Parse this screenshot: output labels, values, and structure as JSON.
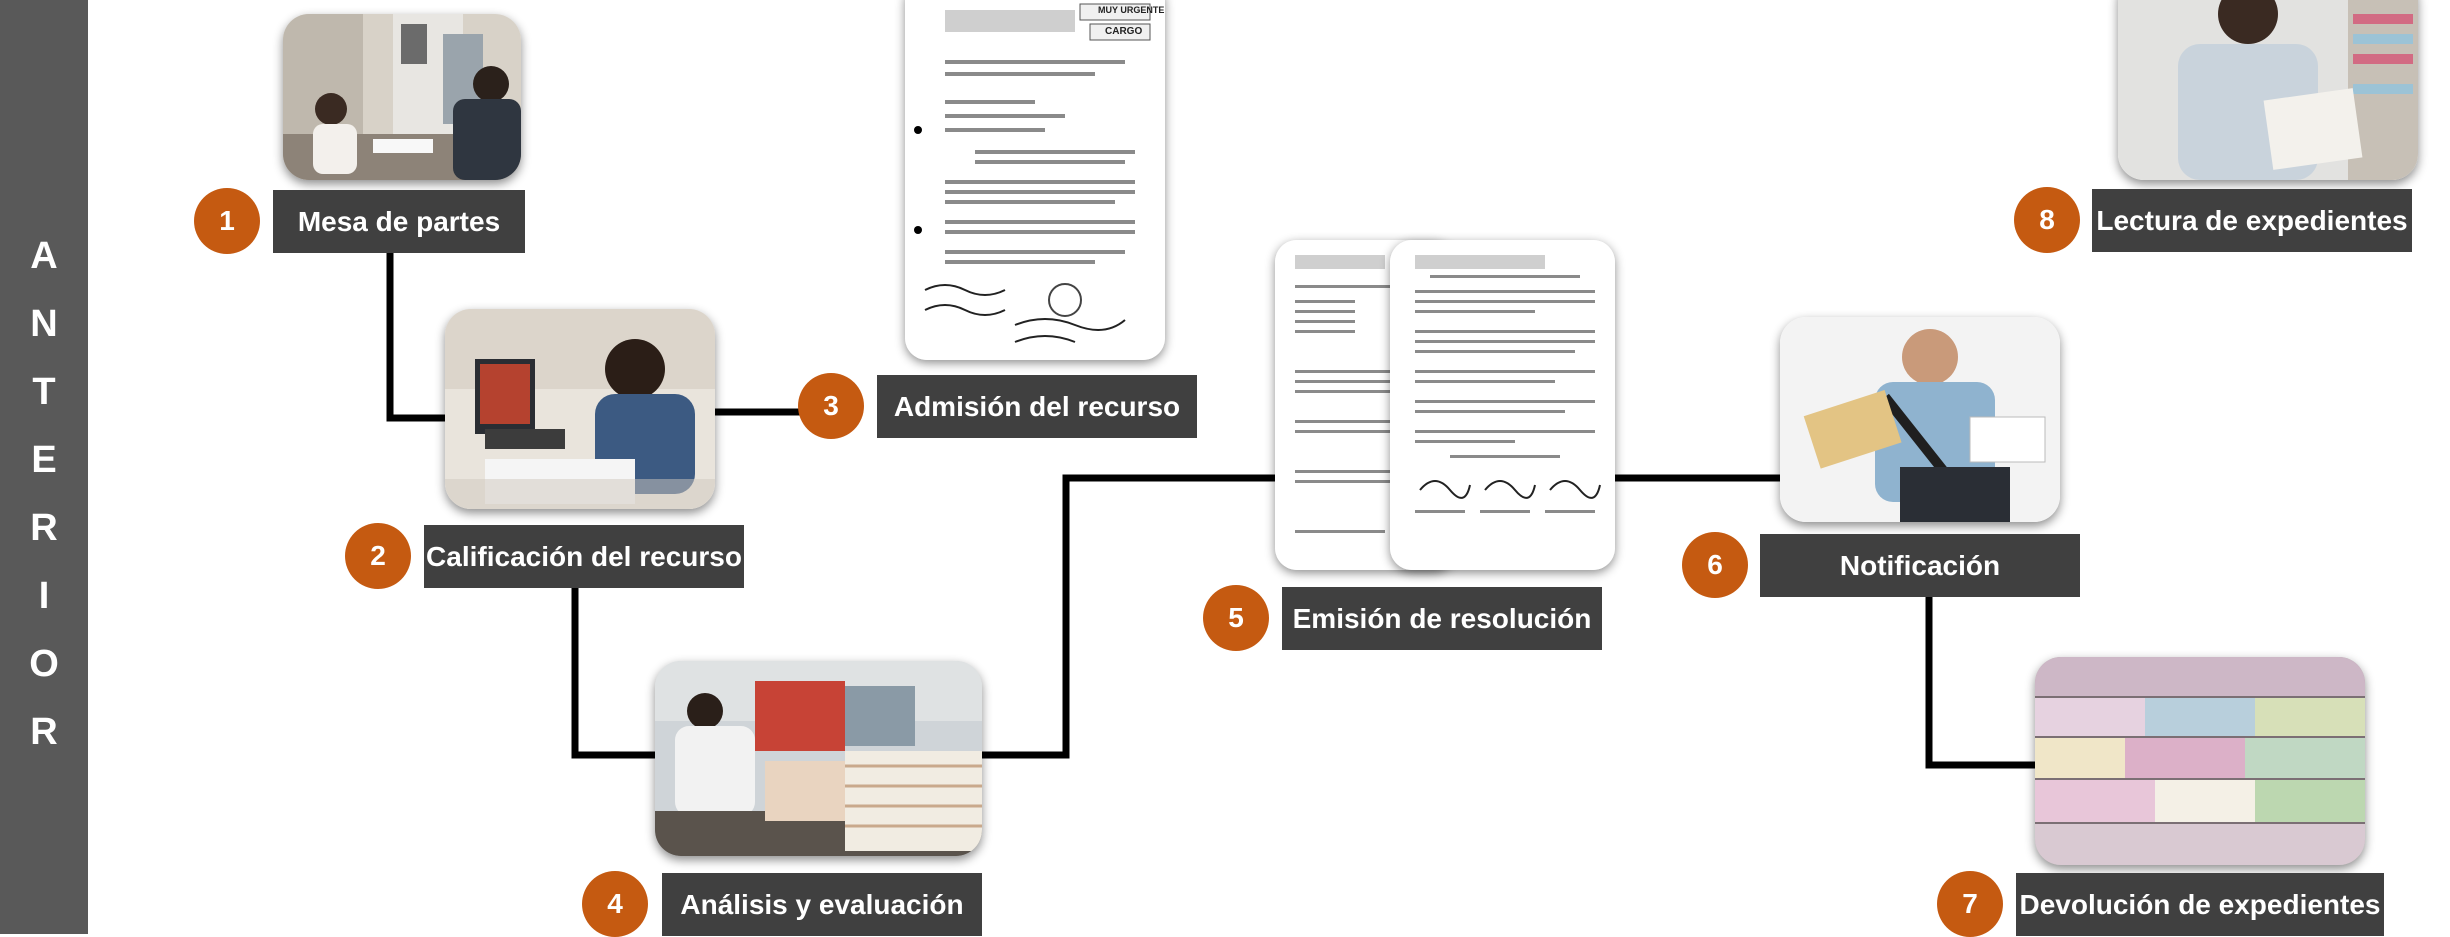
{
  "sidebar": {
    "letters": [
      "A",
      "N",
      "T",
      "E",
      "R",
      "I",
      "O",
      "R"
    ]
  },
  "colors": {
    "sidebar": "#595959",
    "label_bg": "#404040",
    "number_circle": "#c55a11",
    "connector": "#000000"
  },
  "steps": [
    {
      "number": "1",
      "label": "Mesa de partes"
    },
    {
      "number": "2",
      "label": "Calificación del recurso"
    },
    {
      "number": "3",
      "label": "Admisión del recurso"
    },
    {
      "number": "4",
      "label": "Análisis y evaluación"
    },
    {
      "number": "5",
      "label": "Emisión de resolución"
    },
    {
      "number": "6",
      "label": "Notificación"
    },
    {
      "number": "7",
      "label": "Devolución de expedientes"
    },
    {
      "number": "8",
      "label": "Lectura de expedientes"
    }
  ],
  "document_stamp": "MUY URGENTE",
  "document_cargo": "CARGO"
}
